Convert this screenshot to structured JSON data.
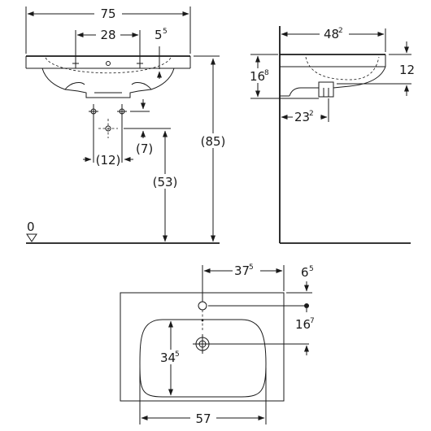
{
  "front_view": {
    "overall_width": "75",
    "tap_hole_spacing": "28",
    "rim_offset_main": "5",
    "rim_offset_sup": "5",
    "tap_spacing_below": "(12)",
    "waste_height_offset": "(7)",
    "waste_height": "(53)",
    "total_height": "(85)",
    "floor_level": "0"
  },
  "side_view": {
    "depth_main": "48",
    "depth_sup": "2",
    "bowl_height_main": "16",
    "bowl_height_sup": "8",
    "rim_height": "12",
    "waste_depth_main": "23",
    "waste_depth_sup": "2"
  },
  "top_view": {
    "tap_offset_main": "37",
    "tap_offset_sup": "5",
    "back_offset_main": "6",
    "back_offset_sup": "5",
    "waste_offset_main": "16",
    "waste_offset_sup": "7",
    "bowl_depth_main": "34",
    "bowl_depth_sup": "5",
    "bowl_width": "57"
  }
}
